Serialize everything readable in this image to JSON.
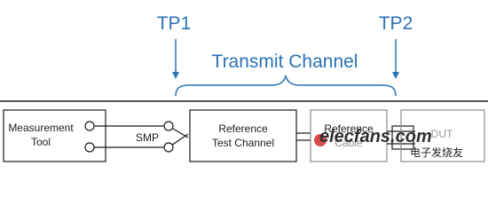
{
  "colors": {
    "accent": "#2a73b6",
    "ink": "#1b1b1b",
    "faded": "#8a8a8a",
    "watermark_red": "#d22a2a"
  },
  "test_points": {
    "tp1": "TP1",
    "tp2": "TP2"
  },
  "transmit_channel": "Transmit Channel",
  "blocks": {
    "measurement_tool": [
      "Measurement",
      "Tool"
    ],
    "smp": "SMP",
    "reference_test_channel": [
      "Reference",
      "Test Channel"
    ],
    "reference_cable": [
      "Reference",
      "Cable"
    ],
    "dut": "DUT"
  },
  "watermark": {
    "brand": "elecfans.com",
    "tagline": "电子发烧友"
  }
}
